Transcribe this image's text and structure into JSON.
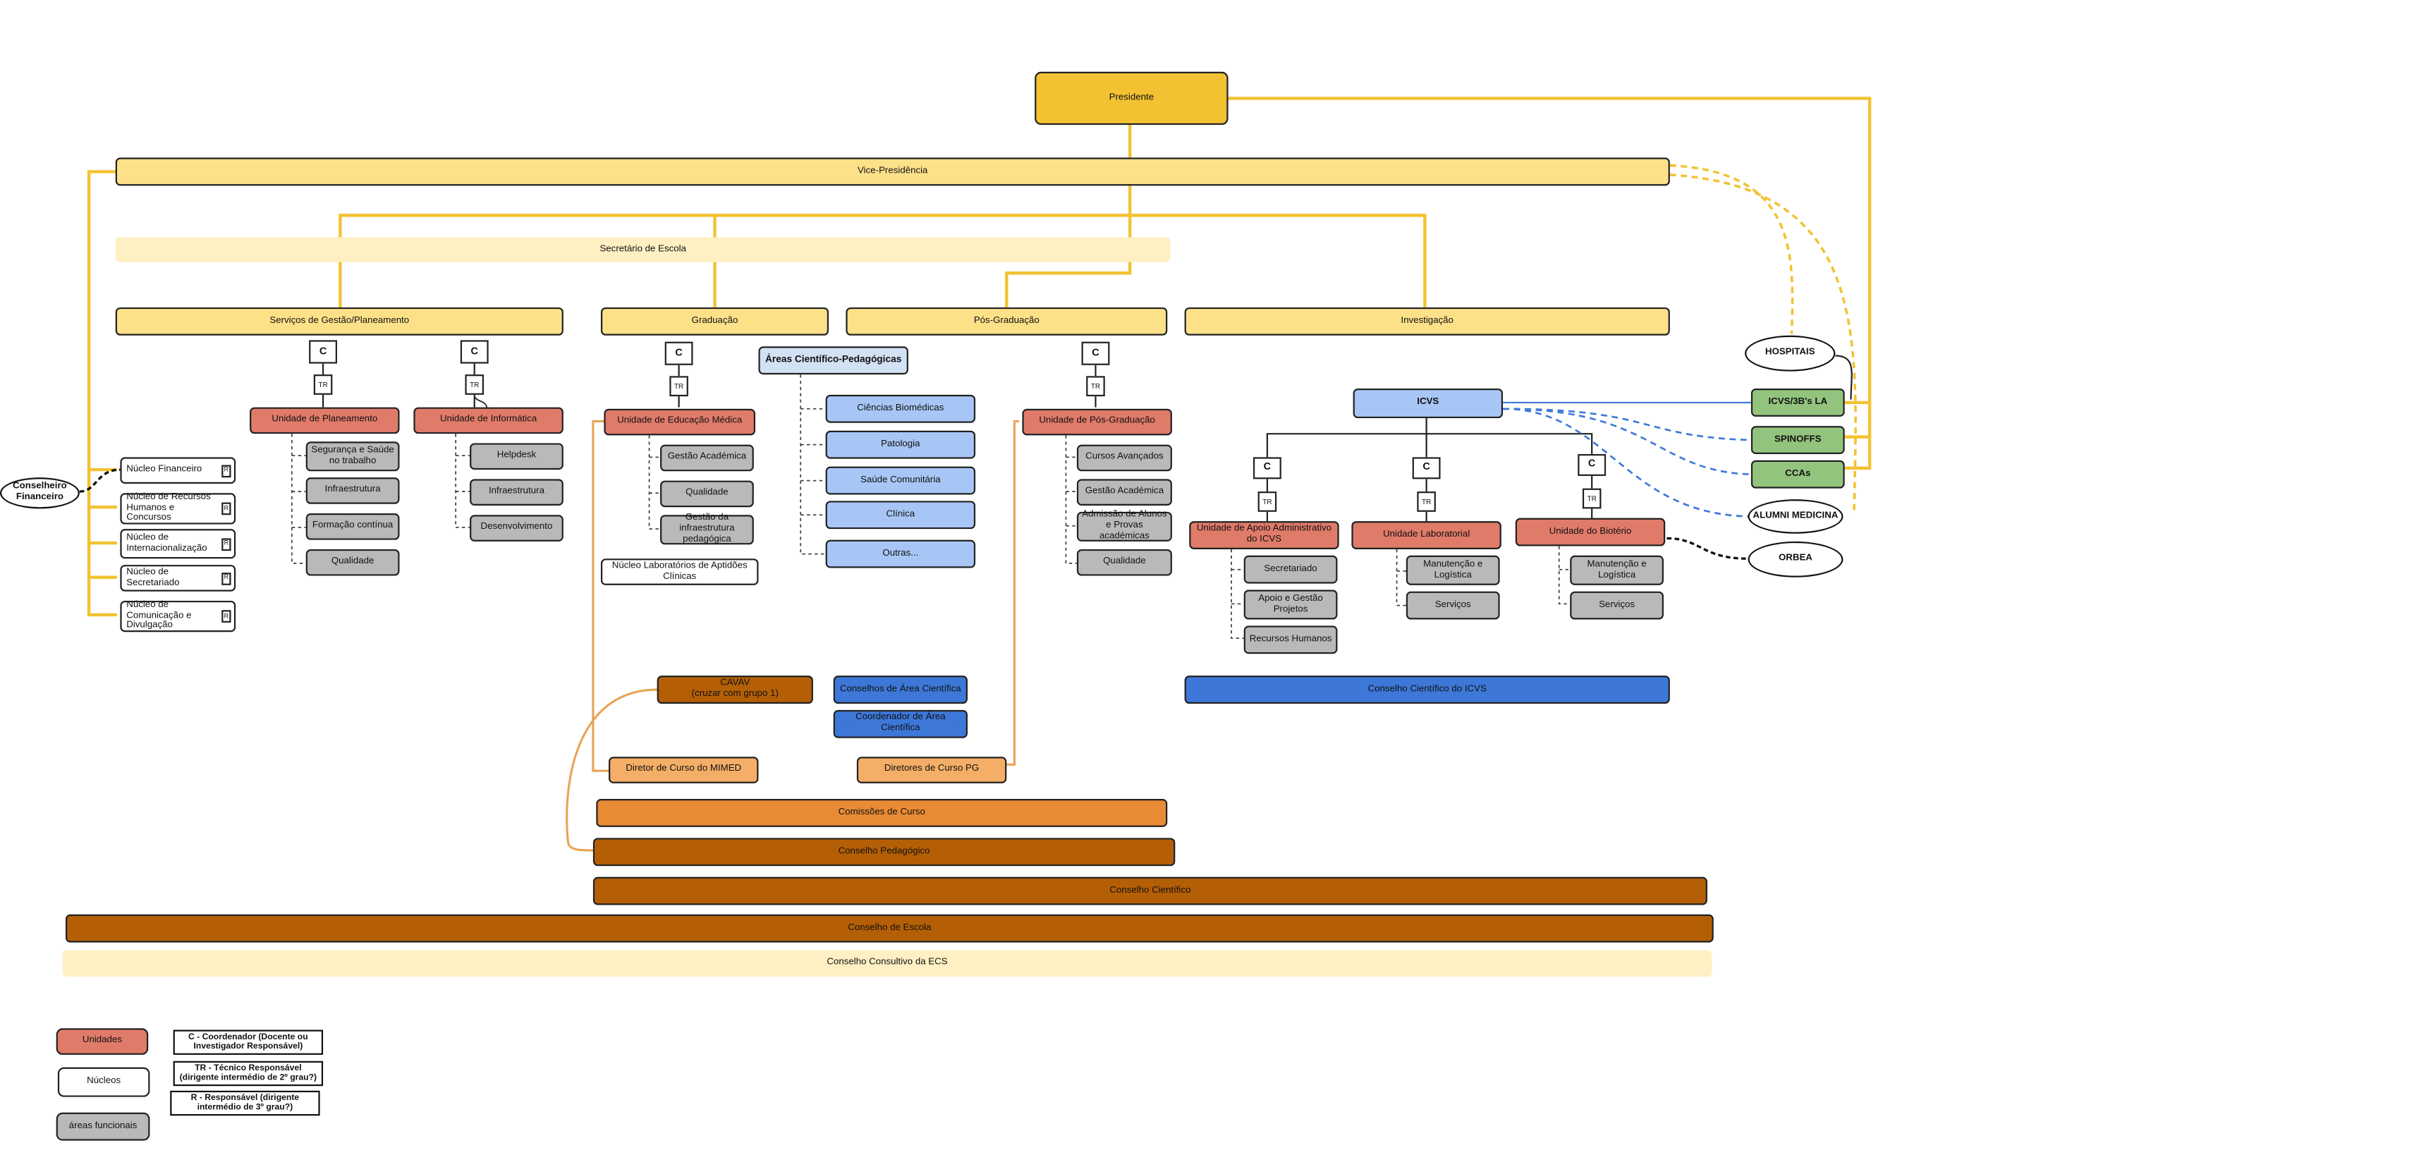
{
  "president": "Presidente",
  "vice_president": "Vice-Presidência",
  "secretary": "Secretário de Escola",
  "departments": {
    "gestao": "Serviços de Gestão/Planeamento",
    "graduacao": "Graduação",
    "pos_graduacao": "Pós-Graduação",
    "investigacao": "Investigação"
  },
  "role_c": "C",
  "role_tr": "TR",
  "role_r": "R",
  "units": {
    "planeamento": "Unidade de Planeamento",
    "informatica": "Unidade de Informática",
    "educacao_medica": "Unidade de Educação Médica",
    "pos_graduacao": "Unidade de Pós-Graduação",
    "apoio_icvs": "Unidade de Apoio Administrativo do ICVS",
    "laboratorial": "Unidade Laboratorial",
    "bioterio": "Unidade do Biotério"
  },
  "functional": {
    "planeamento": [
      "Segurança e Saúde no trabalho",
      "Infraestrutura",
      "Formação contínua",
      "Qualidade"
    ],
    "informatica": [
      "Helpdesk",
      "Infraestrutura",
      "Desenvolvimento"
    ],
    "educacao_medica": [
      "Gestão Académica",
      "Qualidade",
      "Gestão da infraestrutura pedagógica"
    ],
    "pos_graduacao": [
      "Cursos Avançados",
      "Gestão Académica",
      "Admissão de Alunos e Provas académicas",
      "Qualidade"
    ],
    "apoio_icvs": [
      "Secretariado",
      "Apoio e Gestão Projetos",
      "Recursos Humanos"
    ],
    "laboratorial": [
      "Manutenção e Logística",
      "Serviços"
    ],
    "bioterio": [
      "Manutenção e Logística",
      "Serviços"
    ]
  },
  "nucleo_labs": "Núcleo Laboratórios de Aptidões Clínicas",
  "areas": {
    "header": "Áreas Científico-Pedagógicas",
    "items": [
      "Ciências Biomédicas",
      "Patologia",
      "Saúde Comunitária",
      "Clínica",
      "Outras..."
    ]
  },
  "conselheiro": "Conselheiro Financeiro",
  "nucleos": [
    "Núcleo Financeiro",
    "Núcleo de Recursos Humanos e Concursos",
    "Núcleo de Internacionalização",
    "Núcleo de Secretariado",
    "Núcleo de Comunicação e Divulgação"
  ],
  "icvs": "ICVS",
  "external": {
    "hospitais": "HOSPITAIS",
    "icvs_la": "ICVS/3B's LA",
    "spinoffs": "SPINOFFS",
    "ccas": "CCAs",
    "alumni": "ALUMNI MEDICINA",
    "orbea": "ORBEA"
  },
  "cavav": "CAVAV\n(cruzar com grupo 1)",
  "conselhos_area": "Conselhos de Área Científica",
  "coordenador_area": "Coordenador de Área Científica",
  "conselho_cientifico_icvs": "Conselho Científico do ICVS",
  "diretor_mimed": "Diretor de Curso do MIMED",
  "diretores_pg": "Diretores de Curso PG",
  "comissoes_curso": "Comissões de Curso",
  "conselho_pedagogico": "Conselho Pedagógico",
  "conselho_cientifico": "Conselho Científico",
  "conselho_escola": "Conselho de Escola",
  "conselho_consultivo": "Conselho Consultivo da ECS",
  "legend": {
    "unidades": "Unidades",
    "nucleos": "Núcleos",
    "areas_funcionais": "áreas funcionais",
    "c_def": "C - Coordenador (Docente ou Investigador Responsável)",
    "tr_def": "TR - Técnico Responsável (dirigente intermédio de 2º grau?)",
    "r_def": "R - Responsável (dirigente intermédio de 3º grau?)"
  },
  "colors": {
    "president": "#f2c232",
    "band": "#fde189",
    "unit": "#e07b6a",
    "functional": "#b9b9b9",
    "blue": "#a8c6f5",
    "blue_dark": "#3d78d8",
    "brown": "#b45f06",
    "green": "#93c47d",
    "connector_yellow": "#f2c232"
  }
}
